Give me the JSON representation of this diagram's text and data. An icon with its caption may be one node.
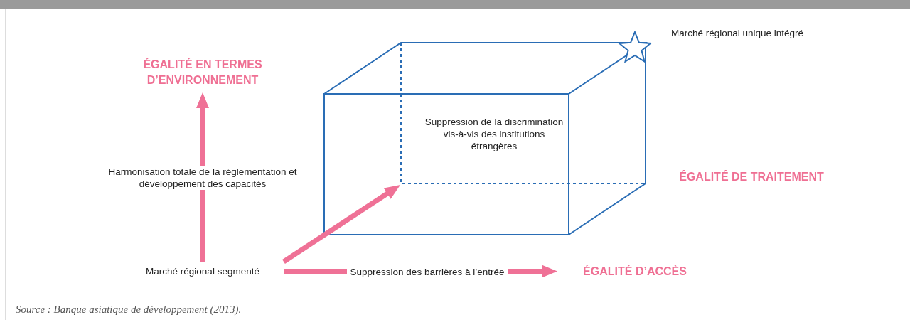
{
  "diagram": {
    "caption": "Source : Banque asiatique de développement (2013).",
    "nodes": [
      {
        "text": [],
        "shape": "star",
        "beside": [
          "Marché régional unique intégré"
        ]
      },
      {
        "text": [
          "ÉGALITÉ EN TERMES D’ENVIRONNEMENT"
        ]
      },
      {
        "text": [
          "Marché régional segmenté"
        ]
      },
      {
        "text": [
          "ÉGALITÉ D’ACCÈS"
        ]
      }
    ],
    "edges": [
      {
        "from": 2,
        "to": 1,
        "arrow": "to",
        "label": "Harmonisation totale de la réglementation et développement des capacités"
      },
      {
        "from": 2,
        "to": null,
        "arrow": "to"
      },
      {
        "from": 2,
        "to": 3,
        "arrow": "to",
        "label": "Suppression des barrières à l’entrée"
      }
    ],
    "labels": [
      "Suppression de la discrimination vis-à-vis des institutions étrangères",
      "ÉGALITÉ DE TRAITEMENT"
    ]
  }
}
